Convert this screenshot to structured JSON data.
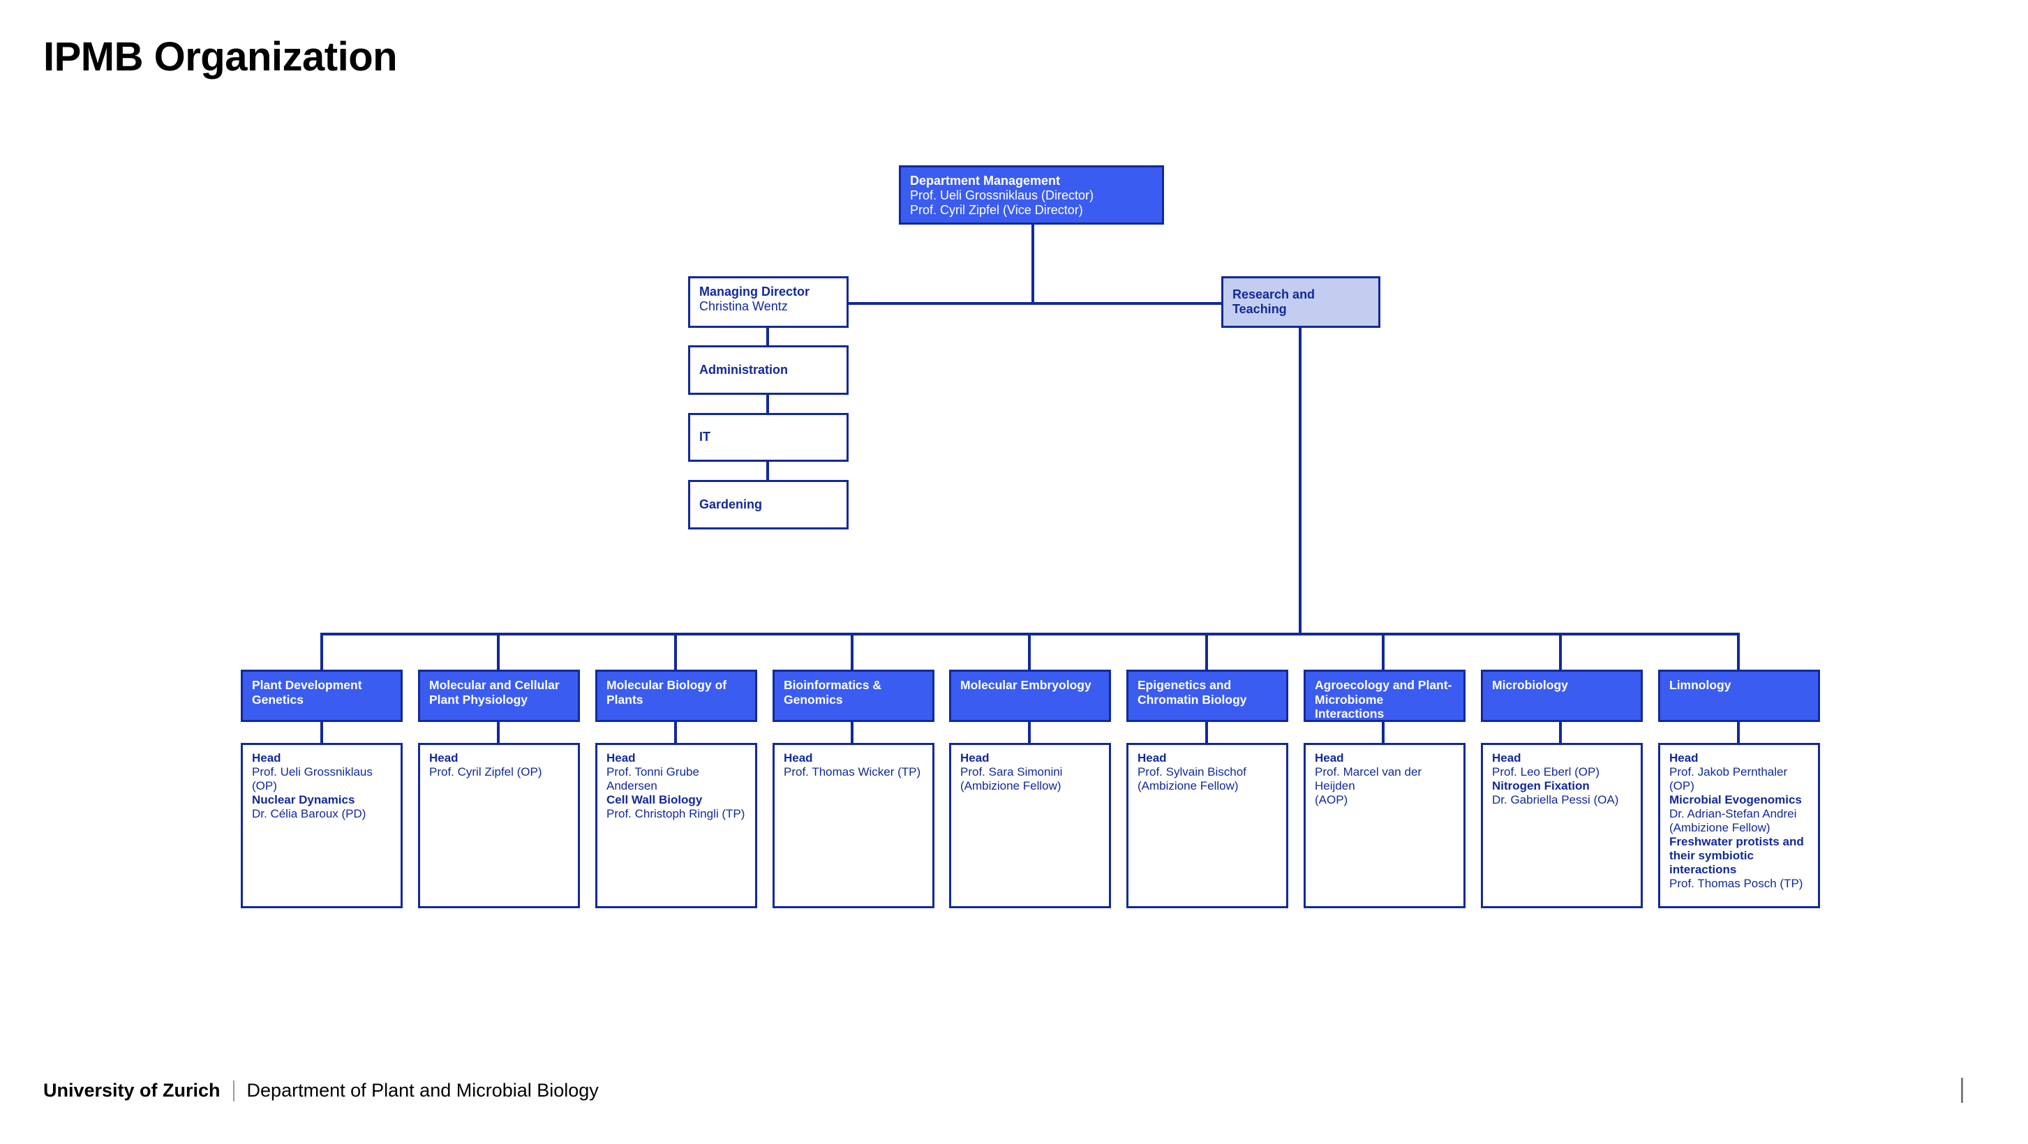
{
  "page": {
    "title": "IPMB Organization",
    "accent_blue": "#3b5cf0",
    "border_blue": "#12299b",
    "light_blue": "#c3cdf0"
  },
  "footer": {
    "university": "University of Zurich",
    "department": "Department of Plant and Microbial Biology"
  },
  "chart_data": {
    "type": "diagram",
    "title": "IPMB Organization",
    "nodes": {
      "department_management": {
        "heading": "Department Management",
        "lines": [
          "Prof. Ueli Grossniklaus (Director)",
          "Prof. Cyril Zipfel (Vice Director)"
        ]
      },
      "managing_director": {
        "heading": "Managing Director",
        "lines": [
          "Christina Wentz"
        ]
      },
      "administration": {
        "heading": "Administration",
        "lines": []
      },
      "it": {
        "heading": "IT",
        "lines": []
      },
      "gardening": {
        "heading": "Gardening",
        "lines": []
      },
      "research_and_teaching": {
        "heading": "Research and Teaching",
        "lines": []
      }
    },
    "groups": [
      {
        "name": "Plant Development Genetics",
        "entries": [
          {
            "role": "Head",
            "people": [
              "Prof. Ueli Grossniklaus (OP)"
            ]
          },
          {
            "role": "Nuclear Dynamics",
            "people": [
              "Dr. Célia Baroux (PD)"
            ]
          }
        ]
      },
      {
        "name": "Molecular and Cellular Plant Physiology",
        "entries": [
          {
            "role": "Head",
            "people": [
              "Prof. Cyril Zipfel (OP)"
            ]
          }
        ]
      },
      {
        "name": "Molecular Biology of Plants",
        "entries": [
          {
            "role": "Head",
            "people": [
              "Prof. Tonni Grube Andersen"
            ]
          },
          {
            "role": "Cell Wall Biology",
            "people": [
              "Prof. Christoph Ringli (TP)"
            ]
          }
        ]
      },
      {
        "name": "Bioinformatics & Genomics",
        "entries": [
          {
            "role": "Head",
            "people": [
              "Prof. Thomas Wicker (TP)"
            ]
          }
        ]
      },
      {
        "name": "Molecular Embryology",
        "entries": [
          {
            "role": "Head",
            "people": [
              "Prof. Sara Simonini",
              "(Ambizione Fellow)"
            ]
          }
        ]
      },
      {
        "name": "Epigenetics and Chromatin Biology",
        "entries": [
          {
            "role": "Head",
            "people": [
              "Prof. Sylvain Bischof",
              "(Ambizione Fellow)"
            ]
          }
        ]
      },
      {
        "name": "Agroecology and Plant-Microbiome Interactions",
        "entries": [
          {
            "role": "Head",
            "people": [
              "Prof. Marcel van der Heijden",
              "(AOP)"
            ]
          }
        ]
      },
      {
        "name": "Microbiology",
        "entries": [
          {
            "role": "Head",
            "people": [
              "Prof. Leo Eberl (OP)"
            ]
          },
          {
            "role": "Nitrogen Fixation",
            "people": [
              "Dr. Gabriella Pessi (OA)"
            ]
          }
        ]
      },
      {
        "name": "Limnology",
        "entries": [
          {
            "role": "Head",
            "people": [
              "Prof. Jakob Pernthaler (OP)"
            ]
          },
          {
            "role": "Microbial Evogenomics",
            "people": [
              "Dr. Adrian-Stefan Andrei",
              "(Ambizione Fellow)"
            ]
          },
          {
            "role": "Freshwater protists and their symbiotic interactions",
            "people": [
              "Prof. Thomas Posch (TP)"
            ]
          }
        ]
      }
    ]
  }
}
